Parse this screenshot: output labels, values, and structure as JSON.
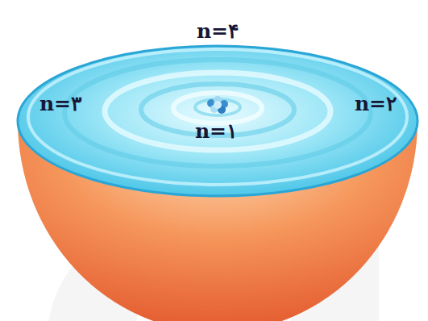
{
  "diagram": {
    "labels": [
      "n=۴",
      "n=۳",
      "n=۲",
      "n=۱"
    ]
  }
}
